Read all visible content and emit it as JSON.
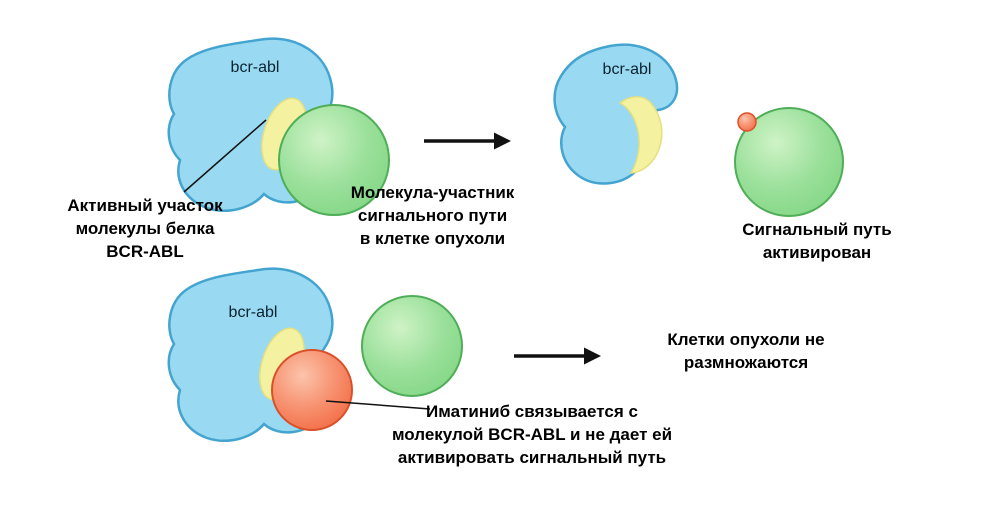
{
  "diagram": {
    "background": "#FFFFFF",
    "colors": {
      "protein_fill": "#99DAF2",
      "protein_stroke": "#44A4D0",
      "active_site_fill": "#F4F1A0",
      "active_site_stroke": "#E4E07E",
      "signal_molecule_center": "#CFF3C6",
      "signal_molecule_edge": "#82D685",
      "signal_molecule_stroke": "#4FAE57",
      "imatinib_center": "#FCC4AC",
      "imatinib_edge": "#F26A42",
      "imatinib_stroke": "#D9512B",
      "arrow": "#111111",
      "text": "#000000"
    },
    "top_row": {
      "protein_label_left": "bcr-abl",
      "protein_label_right": "bcr-abl",
      "active_site_caption": [
        "Активный участок",
        "молекулы белка",
        "BCR-ABL"
      ],
      "molecule_caption": [
        "Молекула-участник",
        "сигнального пути",
        "в клетке опухоли"
      ],
      "result_caption": [
        "Сигнальный путь",
        "активирован"
      ]
    },
    "bottom_row": {
      "protein_label": "bcr-abl",
      "imatinib_caption": [
        "Иматиниб связывается с",
        "молекулой BCR-ABL и не дает ей",
        "активировать сигнальный путь"
      ],
      "result_caption": [
        "Клетки опухоли не",
        "размножаются"
      ]
    }
  }
}
